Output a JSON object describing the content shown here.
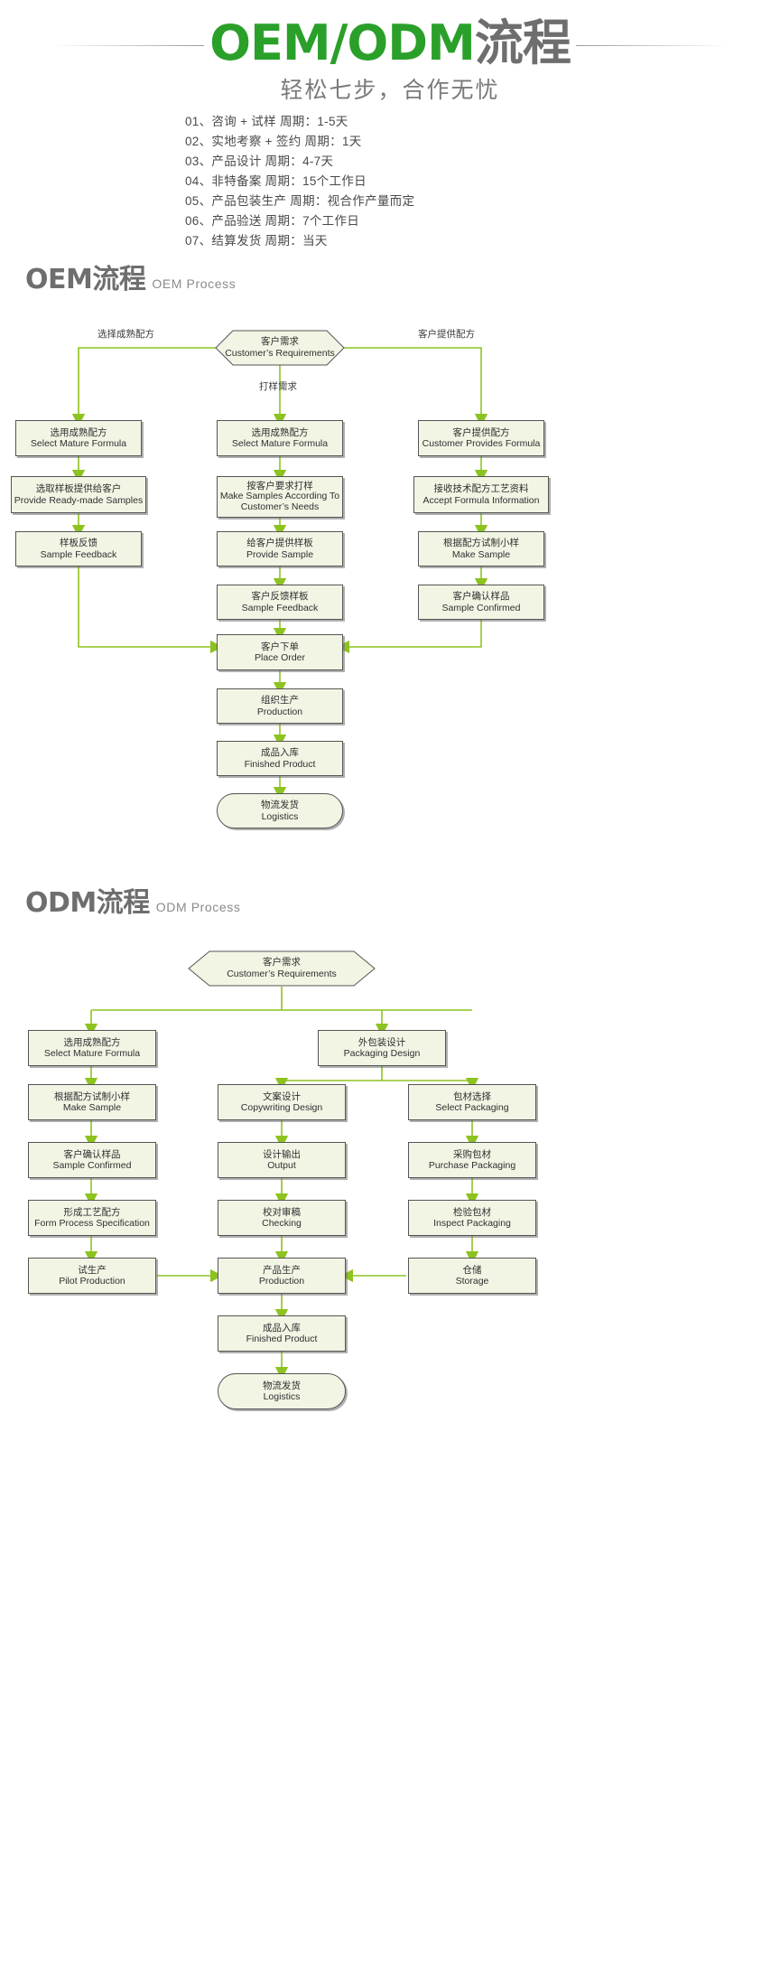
{
  "header": {
    "title_green": "OEM/ODM",
    "title_gray": "流程",
    "subtitle": "轻松七步，合作无忧",
    "steps": [
      "01、咨询 + 试样  周期：1-5天",
      "02、实地考察 + 签约 周期：1天",
      "03、产品设计  周期：4-7天",
      "04、非特备案  周期：15个工作日",
      "05、产品包装生产  周期：视合作产量而定",
      "06、产品验送  周期：7个工作日",
      "07、结算发货  周期：当天"
    ]
  },
  "colors": {
    "accent_green": "#2aa02a",
    "title_gray": "#6e6e6e",
    "node_fill": "#f2f5e4",
    "node_border": "#555555",
    "wire_green": "#8dc320"
  },
  "oem": {
    "section_cn": "OEM流程",
    "section_en": "OEM Process",
    "edge_labels": {
      "left": "选择成熟配方",
      "center": "打样需求",
      "right": "客户提供配方"
    },
    "start": {
      "cn": "客户需求",
      "en": "Customer’s Requirements"
    },
    "left_column": [
      {
        "cn": "选用成熟配方",
        "en": "Select Mature Formula"
      },
      {
        "cn": "选取样板提供给客户",
        "en": "Provide Ready-made Samples"
      },
      {
        "cn": "样板反馈",
        "en": "Sample Feedback"
      }
    ],
    "center_column": [
      {
        "cn": "选用成熟配方",
        "en": "Select Mature Formula"
      },
      {
        "cn": "按客户要求打样",
        "en": "Make Samples According To Customer’s Needs"
      },
      {
        "cn": "给客户提供样板",
        "en": "Provide Sample"
      },
      {
        "cn": "客户反馈样板",
        "en": "Sample Feedback"
      }
    ],
    "right_column": [
      {
        "cn": "客户提供配方",
        "en": "Customer Provides Formula"
      },
      {
        "cn": "接收技术配方工艺资料",
        "en": "Accept Formula Information"
      },
      {
        "cn": "根据配方试制小样",
        "en": "Make Sample"
      },
      {
        "cn": "客户确认样品",
        "en": "Sample Confirmed"
      }
    ],
    "tail": [
      {
        "cn": "客户下单",
        "en": "Place Order"
      },
      {
        "cn": "组织生产",
        "en": "Production"
      },
      {
        "cn": "成品入库",
        "en": "Finished Product"
      }
    ],
    "end": {
      "cn": "物流发货",
      "en": "Logistics"
    }
  },
  "odm": {
    "section_cn": "ODM流程",
    "section_en": "ODM Process",
    "start": {
      "cn": "客户需求",
      "en": "Customer’s Requirements"
    },
    "left_column": [
      {
        "cn": "选用成熟配方",
        "en": "Select Mature Formula"
      },
      {
        "cn": "根据配方试制小样",
        "en": "Make Sample"
      },
      {
        "cn": "客户确认样品",
        "en": "Sample Confirmed"
      },
      {
        "cn": "形成工艺配方",
        "en": "Form Process Specification"
      },
      {
        "cn": "试生产",
        "en": "Pilot Production"
      }
    ],
    "packaging_design": {
      "cn": "外包装设计",
      "en": "Packaging Design"
    },
    "center_column": [
      {
        "cn": "文案设计",
        "en": "Copywriting Design"
      },
      {
        "cn": "设计输出",
        "en": "Output"
      },
      {
        "cn": "校对审稿",
        "en": "Checking"
      }
    ],
    "right_column": [
      {
        "cn": "包材选择",
        "en": "Select Packaging"
      },
      {
        "cn": "采购包材",
        "en": "Purchase Packaging"
      },
      {
        "cn": "检验包材",
        "en": "Inspect Packaging"
      },
      {
        "cn": "仓储",
        "en": "Storage"
      }
    ],
    "tail": [
      {
        "cn": "产品生产",
        "en": "Production"
      },
      {
        "cn": "成品入库",
        "en": "Finished Product"
      }
    ],
    "end": {
      "cn": "物流发货",
      "en": "Logistics"
    }
  }
}
